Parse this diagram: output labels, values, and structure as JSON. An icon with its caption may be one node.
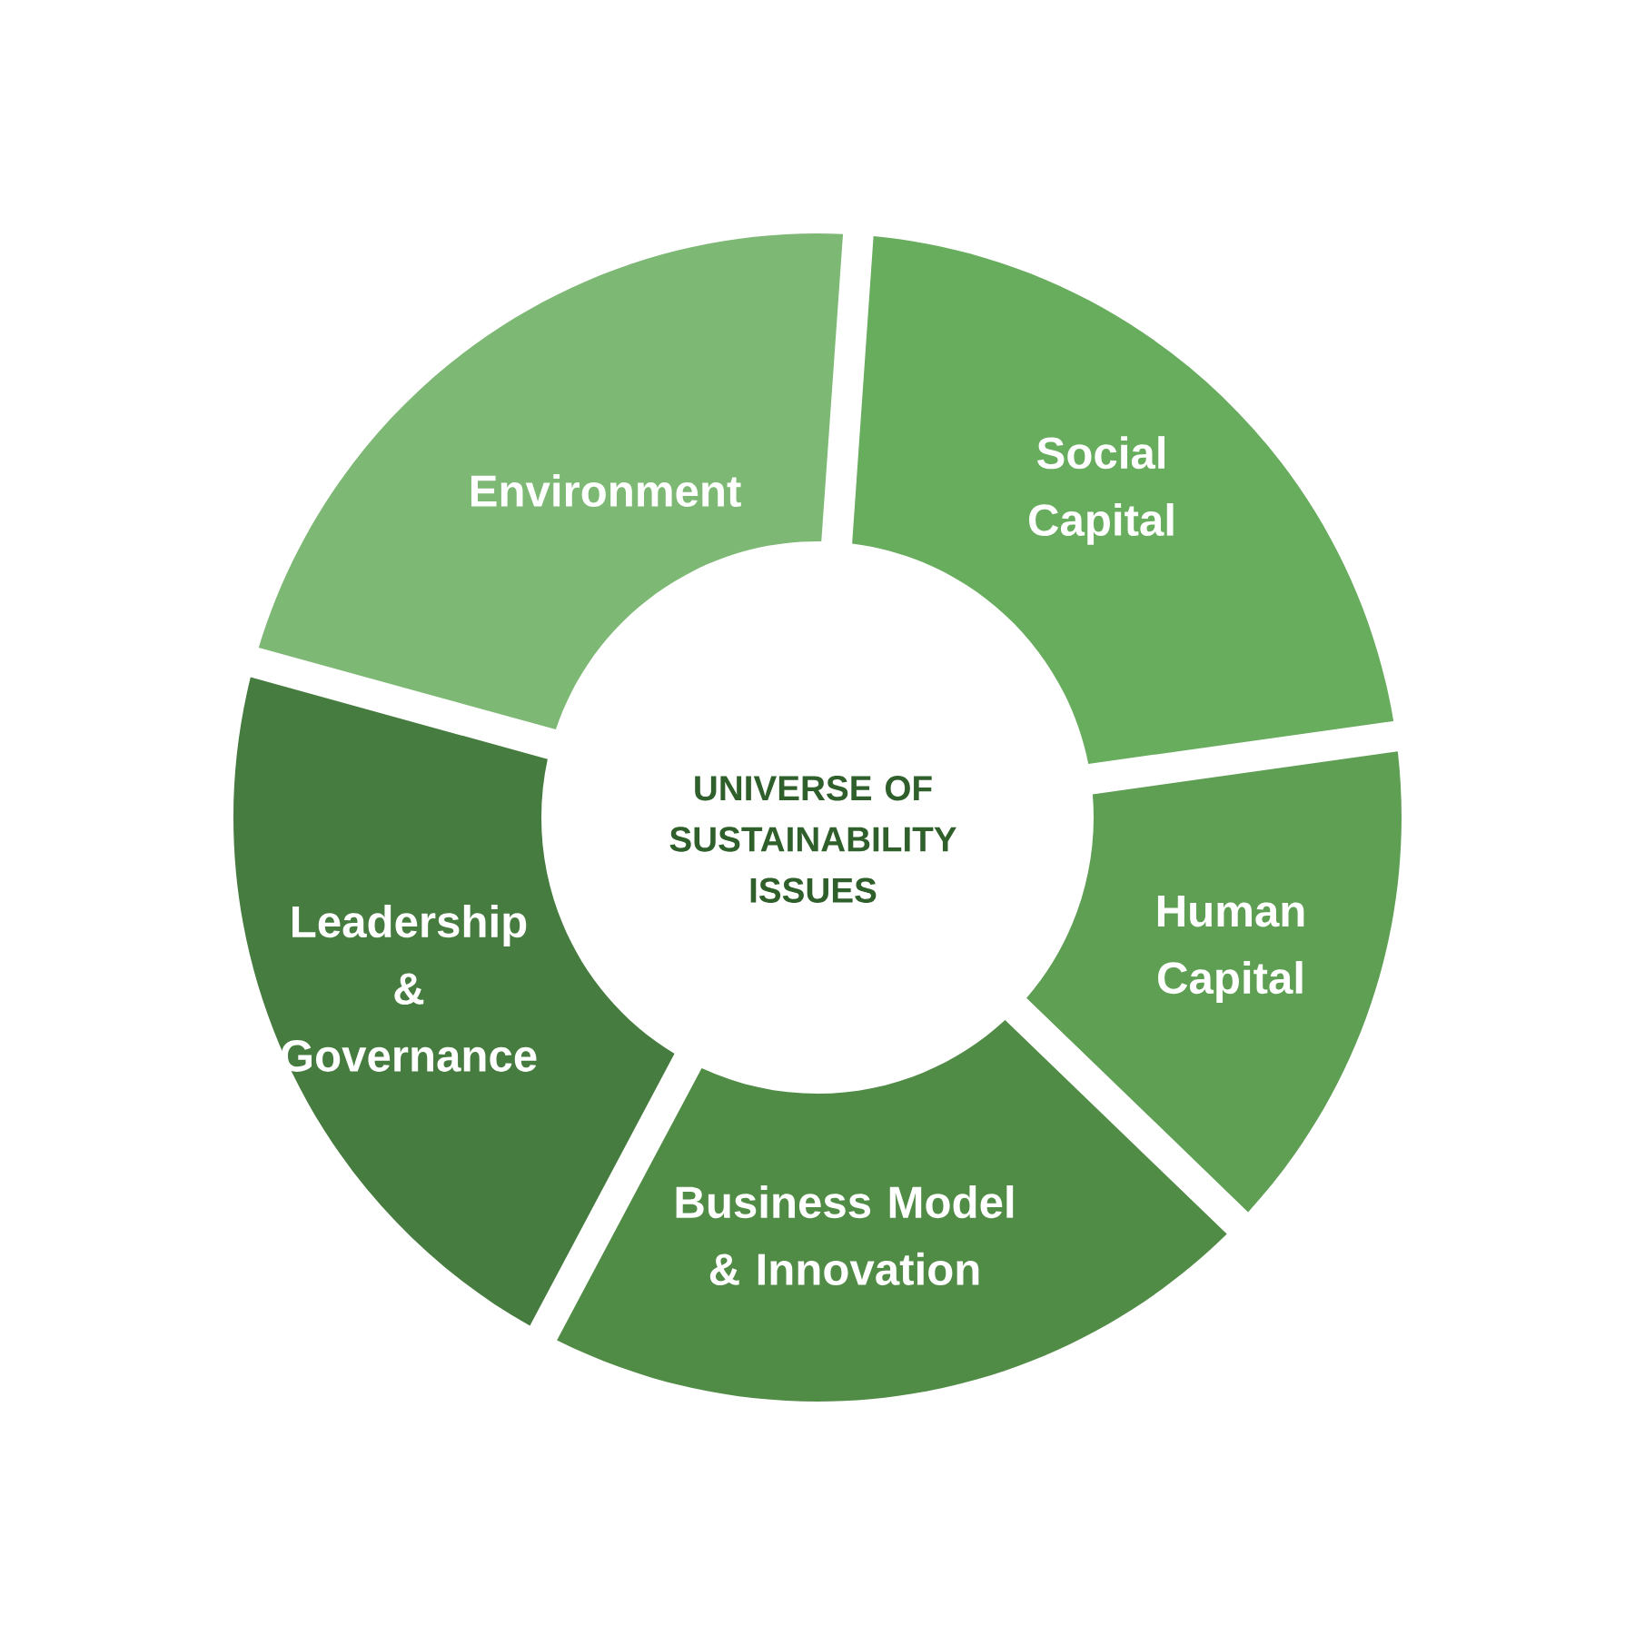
{
  "diagram": {
    "nodes": [
      {
        "text": [
          "UNIVERSE OF SUSTAINABILITY ISSUES"
        ]
      },
      {
        "text": [
          "Environment"
        ]
      },
      {
        "text": [
          "Social Capital"
        ]
      },
      {
        "text": [
          "Human Capital"
        ]
      },
      {
        "text": [
          "Business Model & Innovation"
        ]
      },
      {
        "text": [
          "Leadership & Governance"
        ]
      }
    ]
  }
}
